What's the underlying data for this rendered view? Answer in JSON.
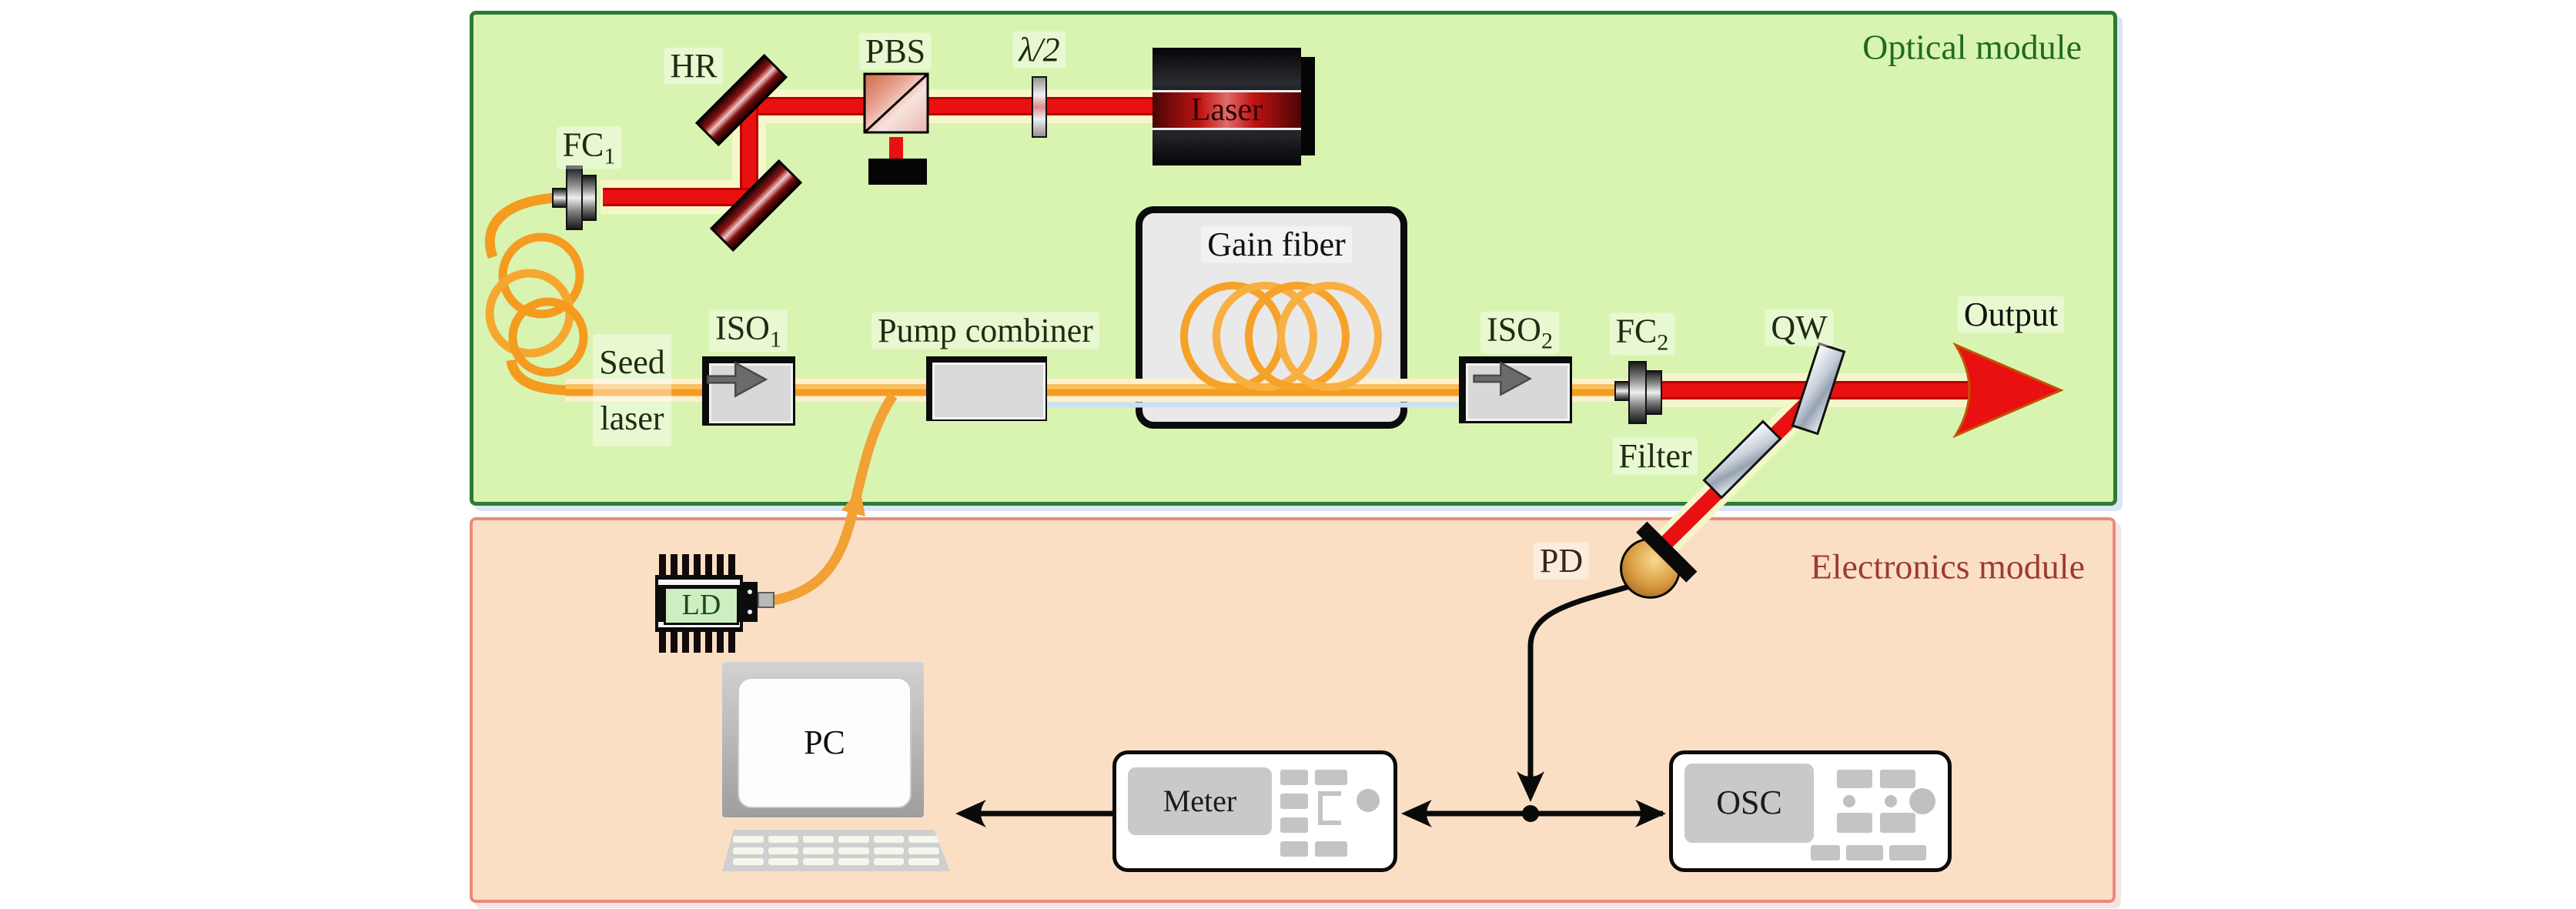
{
  "modules": {
    "optical_title": "Optical module",
    "electronics_title": "Electronics module"
  },
  "optical": {
    "hr": "HR",
    "pbs": "PBS",
    "half_wave": "λ/2",
    "laser": "Laser",
    "fc1_base": "FC",
    "fc1_sub": "1",
    "seed_line1": "Seed",
    "seed_line2": "laser",
    "iso1_base": "ISO",
    "iso1_sub": "1",
    "pump_combiner": "Pump combiner",
    "gain_fiber": "Gain fiber",
    "iso2_base": "ISO",
    "iso2_sub": "2",
    "fc2_base": "FC",
    "fc2_sub": "2",
    "qw": "QW",
    "filter": "Filter",
    "output": "Output"
  },
  "electronics": {
    "ld": "LD",
    "pd": "PD",
    "pc": "PC",
    "meter": "Meter",
    "osc": "OSC"
  },
  "colors": {
    "optical_fill": "#d9f4b1",
    "optical_border": "#2e7b33",
    "optical_title_text": "#1f6b21",
    "electronics_fill": "#fbdfc5",
    "electronics_border": "#ea8a7a",
    "electronics_title_text": "#9c3b32",
    "beam_red": "#e81010",
    "fiber_orange": "#f49b20",
    "beam_glow": "#f6f6cb",
    "component_gray": "#d9d9d9"
  }
}
